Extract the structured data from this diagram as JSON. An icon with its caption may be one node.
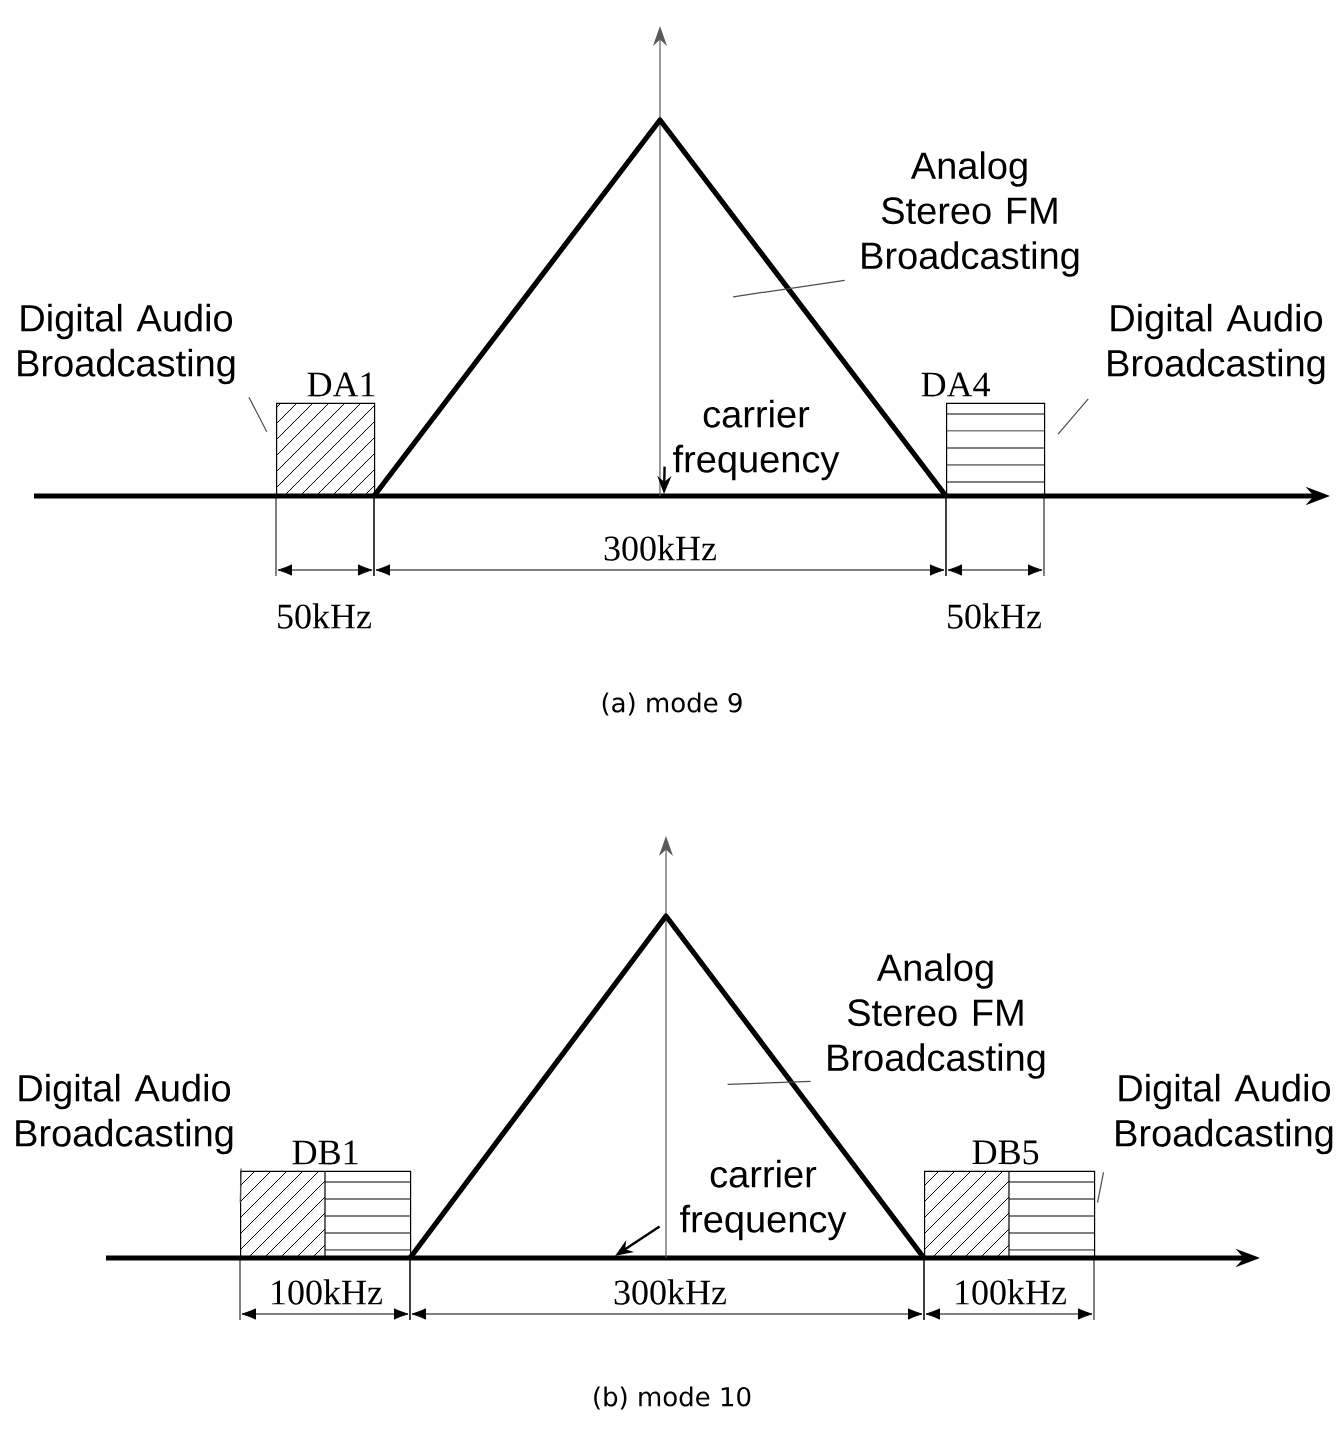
{
  "diagram": {
    "nodes": [
      {
        "text": [
          "Digital Audio Broadcasting"
        ]
      },
      {
        "text": [
          "DA1"
        ]
      },
      {
        "text": [],
        "shape": "triangle"
      },
      {
        "text": [
          "Analog Stereo FM Broadcasting"
        ]
      },
      {
        "text": [
          "carrier frequency"
        ],
        "in": 2
      },
      {
        "text": [
          "DA4"
        ]
      },
      {
        "text": [
          "Digital Audio Broadcasting"
        ]
      },
      {
        "text": [
          "Digital Audio Broadcasting"
        ]
      },
      {
        "text": [
          "DB1"
        ]
      },
      {
        "text": [],
        "shape": "triangle"
      },
      {
        "text": [
          "Analog Stereo FM Broadcasting"
        ]
      },
      {
        "text": [
          "carrier frequency"
        ],
        "in": 9
      },
      {
        "text": [
          "DB5"
        ]
      },
      {
        "text": [
          "Digital Audio Broadcasting"
        ]
      }
    ],
    "edges": [
      {
        "from": 0,
        "to": 1,
        "arrow": "none"
      },
      {
        "from": 3,
        "to": 2,
        "arrow": "none"
      },
      {
        "from": 4,
        "to": 2,
        "arrow": "to"
      },
      {
        "from": 6,
        "to": 5,
        "arrow": "none"
      },
      {
        "from": 7,
        "to": 8,
        "arrow": "none"
      },
      {
        "from": 10,
        "to": 9,
        "arrow": "none"
      },
      {
        "from": 11,
        "to": 9,
        "arrow": "to"
      },
      {
        "from": 13,
        "to": 12,
        "arrow": "none"
      }
    ],
    "labels": [
      "300kHz",
      "50kHz",
      "50kHz",
      "(a) mode 9",
      "100kHz",
      "300kHz",
      "100kHz",
      "(b) mode 10"
    ]
  }
}
